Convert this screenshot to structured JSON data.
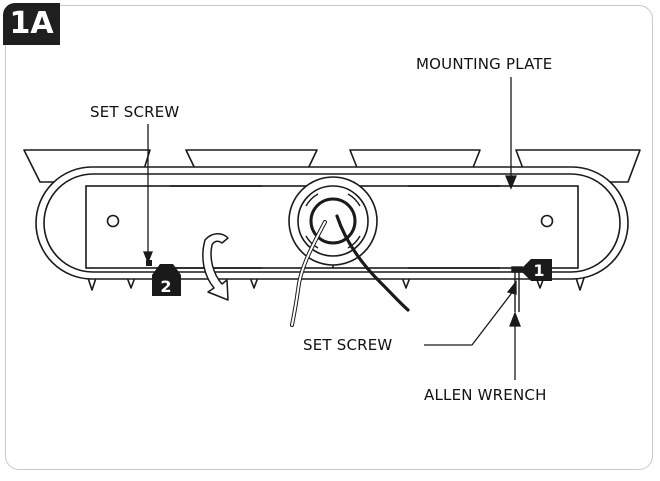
{
  "figure": {
    "panel_id": "1A",
    "labels": {
      "mounting_plate": "MOUNTING PLATE",
      "set_screw_left": "SET SCREW",
      "set_screw_bottom": "SET SCREW",
      "allen_wrench": "ALLEN WRENCH"
    },
    "steps": {
      "step1": "1",
      "step2": "2"
    }
  }
}
